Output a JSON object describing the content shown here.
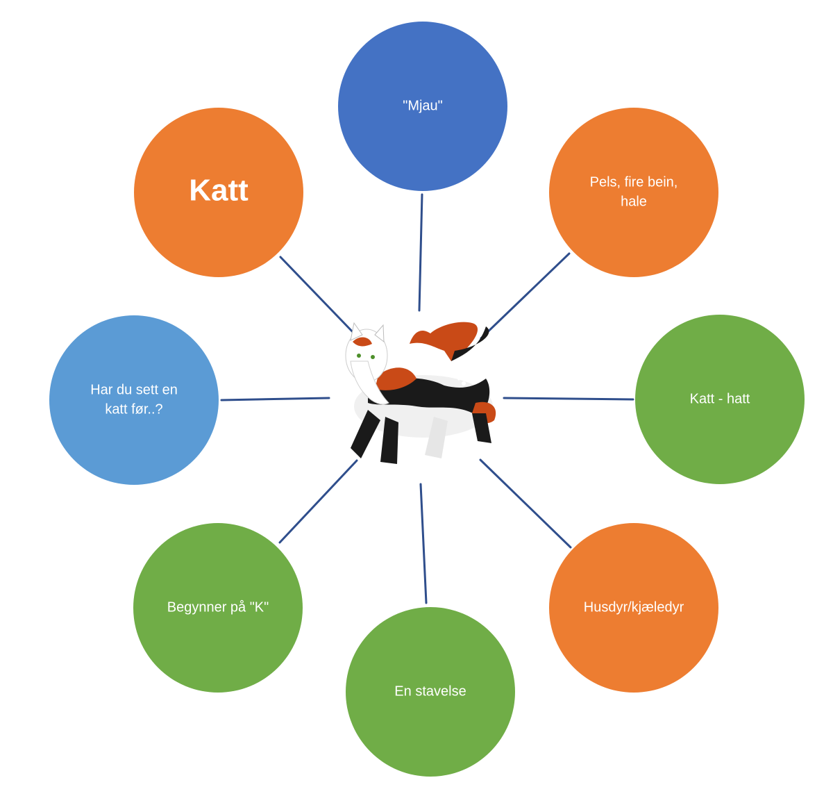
{
  "diagram": {
    "center": {
      "image": "calico-cat-illustration"
    },
    "nodes": [
      {
        "id": "mjau",
        "lines": [
          "\"Mjau\""
        ],
        "color": "#4472C4"
      },
      {
        "id": "pels",
        "lines": [
          "Pels, fire bein,",
          "hale"
        ],
        "color": "#ED7D31"
      },
      {
        "id": "katt-hatt",
        "lines": [
          "Katt - hatt"
        ],
        "color": "#70AD47"
      },
      {
        "id": "husdyr",
        "lines": [
          "Husdyr/kjæledyr"
        ],
        "color": "#ED7D31"
      },
      {
        "id": "stavelse",
        "lines": [
          "En stavelse"
        ],
        "color": "#70AD47"
      },
      {
        "id": "begynner",
        "lines": [
          "Begynner på \"K\""
        ],
        "color": "#70AD47"
      },
      {
        "id": "har-du-sett",
        "lines": [
          "Har du sett en",
          "katt før..?"
        ],
        "color": "#5B9BD5"
      },
      {
        "id": "katt",
        "lines": [
          "Katt"
        ],
        "color": "#ED7D31",
        "title": true
      }
    ]
  }
}
